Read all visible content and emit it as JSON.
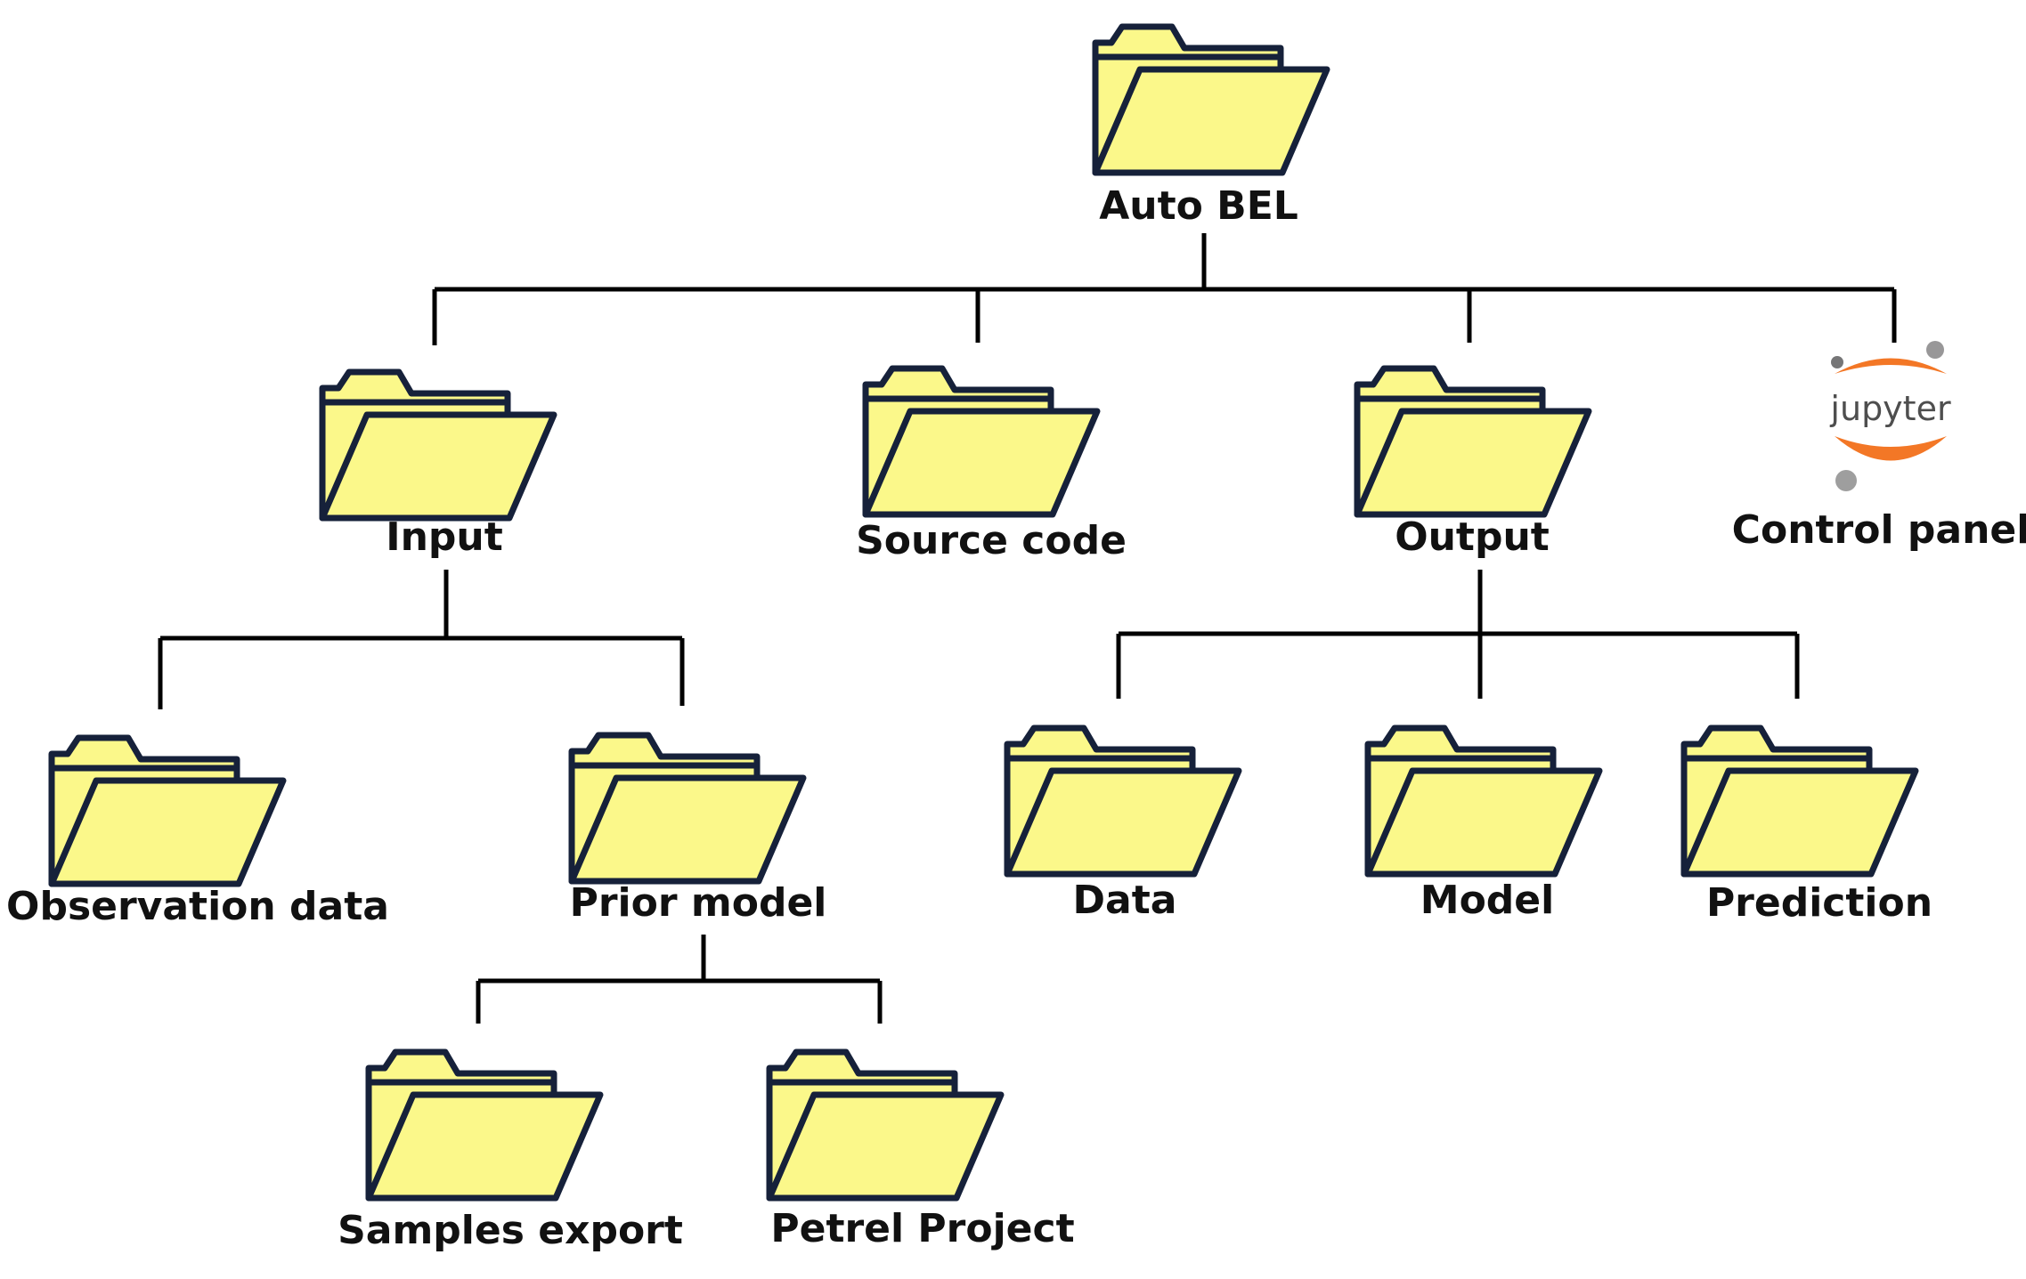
{
  "diagram": {
    "root": {
      "label": "Auto BEL",
      "icon": "folder-icon"
    },
    "level1": [
      {
        "id": "input",
        "label": "Input",
        "icon": "folder-icon"
      },
      {
        "id": "source",
        "label": "Source code",
        "icon": "folder-icon"
      },
      {
        "id": "output",
        "label": "Output",
        "icon": "folder-icon"
      },
      {
        "id": "control",
        "label": "Control panel",
        "icon": "jupyter-logo-icon"
      }
    ],
    "input_children": [
      {
        "id": "observation",
        "label": "Observation data",
        "icon": "folder-icon"
      },
      {
        "id": "prior",
        "label": "Prior model",
        "icon": "folder-icon"
      }
    ],
    "output_children": [
      {
        "id": "data",
        "label": "Data",
        "icon": "folder-icon"
      },
      {
        "id": "model",
        "label": "Model",
        "icon": "folder-icon"
      },
      {
        "id": "prediction",
        "label": "Prediction",
        "icon": "folder-icon"
      }
    ],
    "prior_children": [
      {
        "id": "samples",
        "label": "Samples export",
        "icon": "folder-icon"
      },
      {
        "id": "petrel",
        "label": "Petrel Project",
        "icon": "folder-icon"
      }
    ]
  },
  "jupyter_logo": {
    "text": "jupyter",
    "colors": {
      "arc": "#f37726",
      "moons": "#989798",
      "text": "#4e4e4e"
    }
  },
  "colors": {
    "folder_fill": "#fbf88a",
    "folder_outline": "#16213a",
    "connector": "#000000",
    "label": "#111111"
  }
}
